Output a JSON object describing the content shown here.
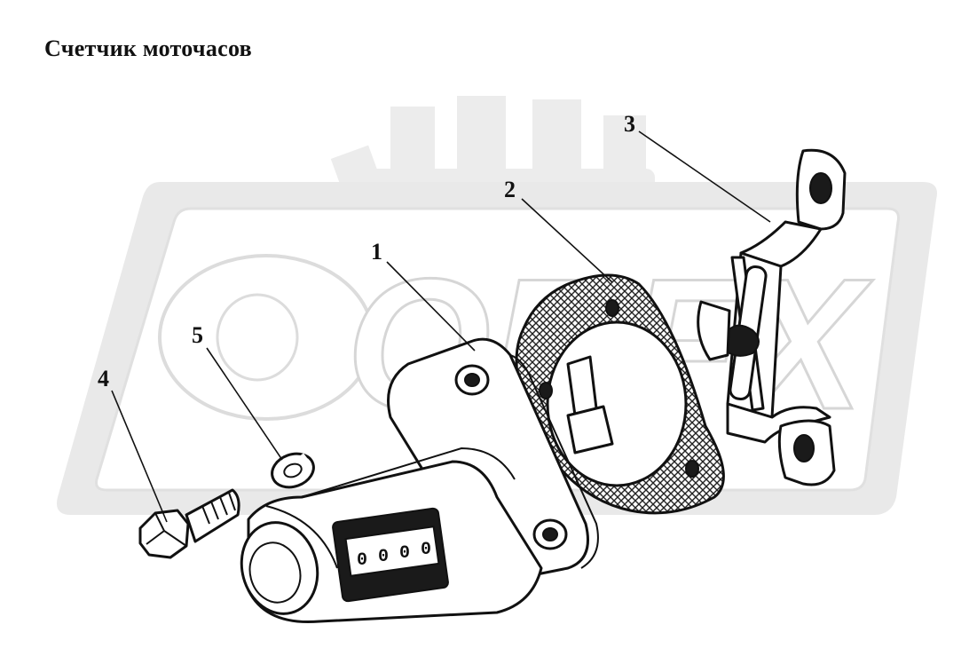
{
  "page": {
    "title": "Счетчик моточасов"
  },
  "watermark": {
    "text": "ORFX"
  },
  "callouts": [
    {
      "id": "1",
      "label": "1"
    },
    {
      "id": "2",
      "label": "2"
    },
    {
      "id": "3",
      "label": "3"
    },
    {
      "id": "4",
      "label": "4"
    },
    {
      "id": "5",
      "label": "5"
    }
  ],
  "counter_display": [
    "0",
    "0",
    "0",
    "0"
  ],
  "colors": {
    "ink": "#111111",
    "watermark": "#d6d6d6",
    "background": "#ffffff"
  }
}
